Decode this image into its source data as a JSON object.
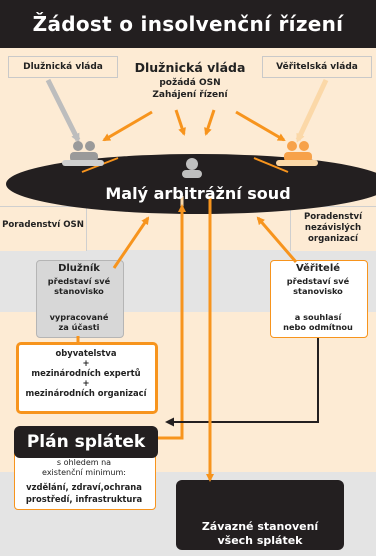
{
  "title": "Žádost o insolvenční řízení",
  "labels": {
    "dluznicka_vlada_left": "Dlužnická vláda",
    "veritelska_vlada": "Věřitelská vláda",
    "center_heading": "Dlužnická vláda",
    "center_line1": "požádá OSN",
    "center_line2": "Zahájení řízení",
    "court": "Malý arbitrážní soud",
    "poradenstvi_osn": "Poradenství OSN",
    "poradenstvi_ngo_1": "Poradenství",
    "poradenstvi_ngo_2": "nezávislých",
    "poradenstvi_ngo_3": "organizací",
    "dluznik_heading": "Dlužník",
    "dluznik_l1": "představí své",
    "dluznik_l2": "stanovisko",
    "dluznik_l3": "vypracované",
    "dluznik_l4": "za účasti",
    "veritele_heading": "Věřitelé",
    "veritele_l1": "představí své",
    "veritele_l2": "stanovisko",
    "veritele_l3": "a souhlasí",
    "veritele_l4": "nebo odmítnou",
    "experts_l1": "obyvatelstva",
    "experts_plus1": "+",
    "experts_l2": "mezinárodních expertů",
    "experts_plus2": "+",
    "experts_l3": "mezinárodních organizací",
    "plan": "Plán splátek",
    "minimum_l1": "s ohledem na",
    "minimum_l2": "existenční minimum:",
    "minimum_l3": "vzdělání, zdraví,ochrana",
    "minimum_l4": "prostředí, infrastruktura",
    "final_l1": "Závazné stanovení",
    "final_l2": "všech splátek"
  },
  "colors": {
    "orange": "#f7941d",
    "light_orange": "#fbd8a8",
    "peach": "#fdebd4",
    "dark": "#231f20",
    "grey_band": "#e4e4e4",
    "grey_box": "#d7d7d7",
    "grey_arrow": "#bdbdbd"
  },
  "icons": [
    "people-group-grey-icon",
    "person-icon",
    "people-group-orange-icon"
  ]
}
